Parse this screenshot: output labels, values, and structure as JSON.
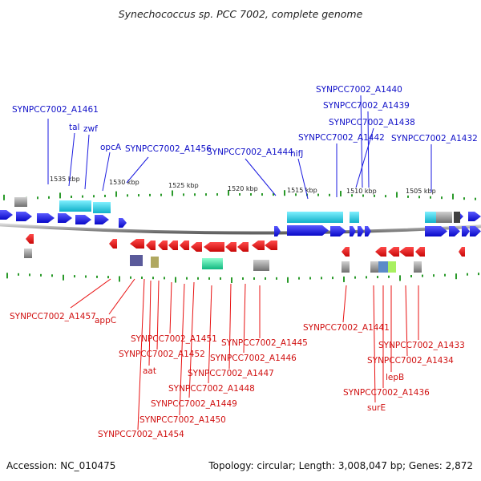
{
  "title": "Synechococcus sp. PCC 7002, complete genome",
  "footer": {
    "accession": "Accession: NC_010475",
    "summary": "Topology: circular; Length: 3,008,047 bp; Genes: 2,872"
  },
  "scale_ticks": [
    "1535 kbp",
    "1530 kbp",
    "1525 kbp",
    "1520 kbp",
    "1515 kbp",
    "1510 kbp",
    "1505 kbp"
  ],
  "colors": {
    "forward": "#1a1ae0",
    "reverse": "#e81010",
    "backbone": "#808080",
    "tick": "#2a9a2a",
    "cyan": "#20d0e0",
    "green": "#30d8a0",
    "gray": "#808080"
  },
  "labels_top": [
    "SYNPCC7002_A1461",
    "tal",
    "zwf",
    "opcA",
    "SYNPCC7002_A1456",
    "SYNPCC7002_A1444",
    "nifJ",
    "SYNPCC7002_A1440",
    "SYNPCC7002_A1439",
    "SYNPCC7002_A1438",
    "SYNPCC7002_A1442",
    "SYNPCC7002_A1432"
  ],
  "labels_bottom": [
    "SYNPCC7002_A1457",
    "appC",
    "SYNPCC7002_A1451",
    "SYNPCC7002_A1452",
    "aat",
    "SYNPCC7002_A1454",
    "SYNPCC7002_A1450",
    "SYNPCC7002_A1449",
    "SYNPCC7002_A1448",
    "SYNPCC7002_A1447",
    "SYNPCC7002_A1446",
    "SYNPCC7002_A1445",
    "SYNPCC7002_A1441",
    "SYNPCC7002_A1433",
    "SYNPCC7002_A1434",
    "lepB",
    "SYNPCC7002_A1436",
    "surE"
  ]
}
